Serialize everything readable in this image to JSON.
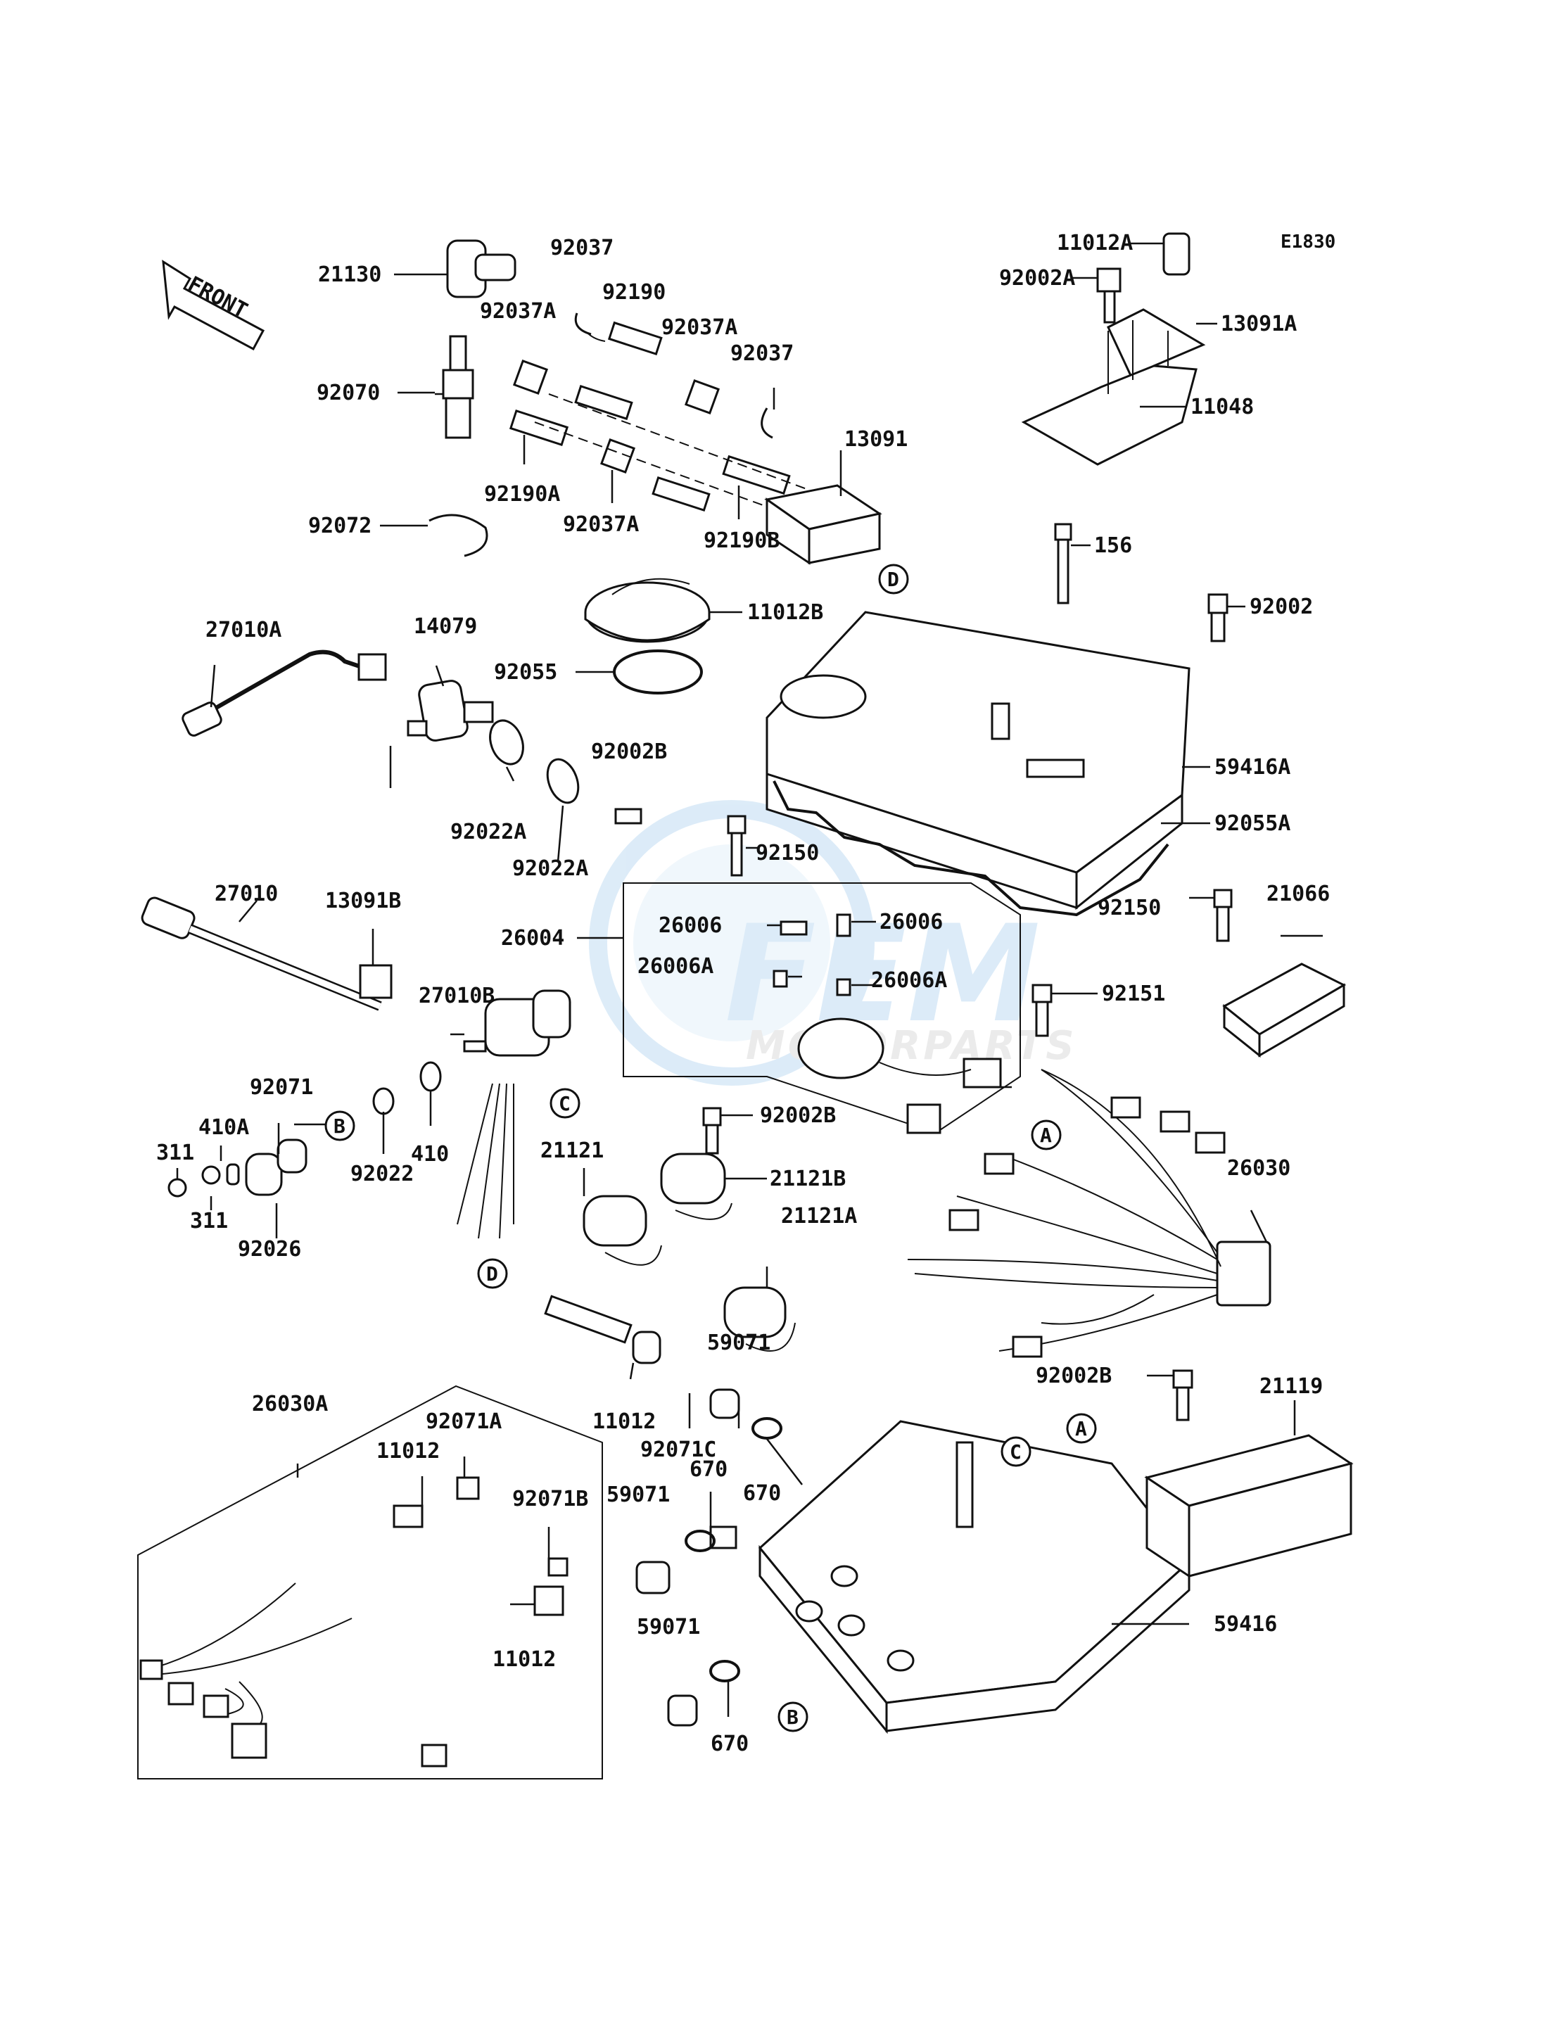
{
  "diagram_code": "E1830",
  "front_label": "FRONT",
  "watermark": {
    "brand": "FEM",
    "sub": "MOTORPARTS"
  },
  "callout_letters": [
    "A",
    "B",
    "C",
    "D"
  ],
  "part_labels": {
    "p21130": "21130",
    "p92037_a": "92037",
    "p92190": "92190",
    "p92037A_a": "92037A",
    "p92037A_b": "92037A",
    "p92037_b": "92037",
    "p92070": "92070",
    "p92190A": "92190A",
    "p92037A_c": "92037A",
    "p92190B": "92190B",
    "p13091": "13091",
    "p92072": "92072",
    "p11012A": "11012A",
    "p92002A": "92002A",
    "p13091A": "13091A",
    "p11048": "11048",
    "p156": "156",
    "p92002_a": "92002",
    "p11012B": "11012B",
    "p27010A": "27010A",
    "p14079": "14079",
    "p92055": "92055",
    "p92002B_a": "92002B",
    "p92022A_a": "92022A",
    "p92022A_b": "92022A",
    "p59416A": "59416A",
    "p92055A": "92055A",
    "p92150_a": "92150",
    "p27010": "27010",
    "p13091B": "13091B",
    "p26004": "26004",
    "p26006_a": "26006",
    "p26006_b": "26006",
    "p26006A_a": "26006A",
    "p26006A_b": "26006A",
    "p92150_b": "92150",
    "p21066": "21066",
    "p27010B": "27010B",
    "p92151": "92151",
    "p92071": "92071",
    "p410A": "410A",
    "p311_a": "311",
    "p311_b": "311",
    "p92026": "92026",
    "p92022": "92022",
    "p410": "410",
    "p92002B_b": "92002B",
    "p21121": "21121",
    "p21121B": "21121B",
    "p21121A": "21121A",
    "p26030": "26030",
    "p92002B_c": "92002B",
    "p21119": "21119",
    "p59071_a": "59071",
    "p11012_a": "11012",
    "p92071C": "92071C",
    "p670_a": "670",
    "p670_b": "670",
    "p59071_b": "59071",
    "p59071_c": "59071",
    "p670_c": "670",
    "p59416": "59416",
    "p26030A": "26030A",
    "p92071A": "92071A",
    "p11012_b": "11012",
    "p92071B": "92071B",
    "p11012_c": "11012"
  }
}
